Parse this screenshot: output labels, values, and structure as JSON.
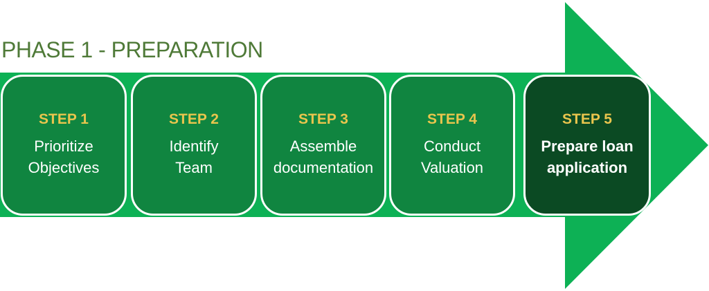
{
  "title": "PHASE 1 - PREPARATION",
  "colors": {
    "title_green": "#4f7a38",
    "arrow_green": "#0db155",
    "step_green": "#108540",
    "final_step_green": "#0b4a23",
    "step_label_gold": "#e9c54d",
    "step_text_white": "#ffffff"
  },
  "steps": [
    {
      "label": "STEP 1",
      "text": "Prioritize\nObjectives"
    },
    {
      "label": "STEP 2",
      "text": "Identify\nTeam"
    },
    {
      "label": "STEP 3",
      "text": "Assemble\ndocumentation"
    },
    {
      "label": "STEP 4",
      "text": "Conduct\nValuation"
    },
    {
      "label": "STEP 5",
      "text": "Prepare loan\napplication"
    }
  ]
}
